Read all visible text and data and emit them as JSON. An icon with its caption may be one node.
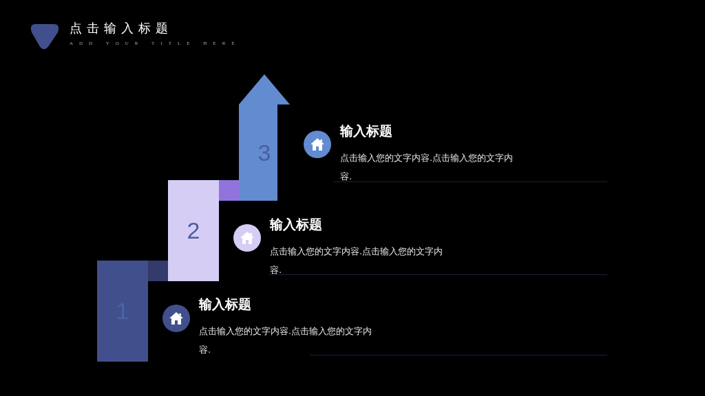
{
  "diagram": {
    "title": "点击输入标题",
    "nodes": [
      {
        "text": [
          "1"
        ]
      },
      {
        "text": [
          "2"
        ]
      },
      {
        "text": [
          "3"
        ]
      }
    ],
    "labels": [
      "ADD YOUR TITLE HERE",
      "输入标题",
      "点击输入您的文字内容.点击输入您的文字内容.",
      "输入标题",
      "点击输入您的文字内容.点击输入您的文字内容.",
      "输入标题",
      "点击输入您的文字内容.点击输入您的文字内容."
    ]
  }
}
